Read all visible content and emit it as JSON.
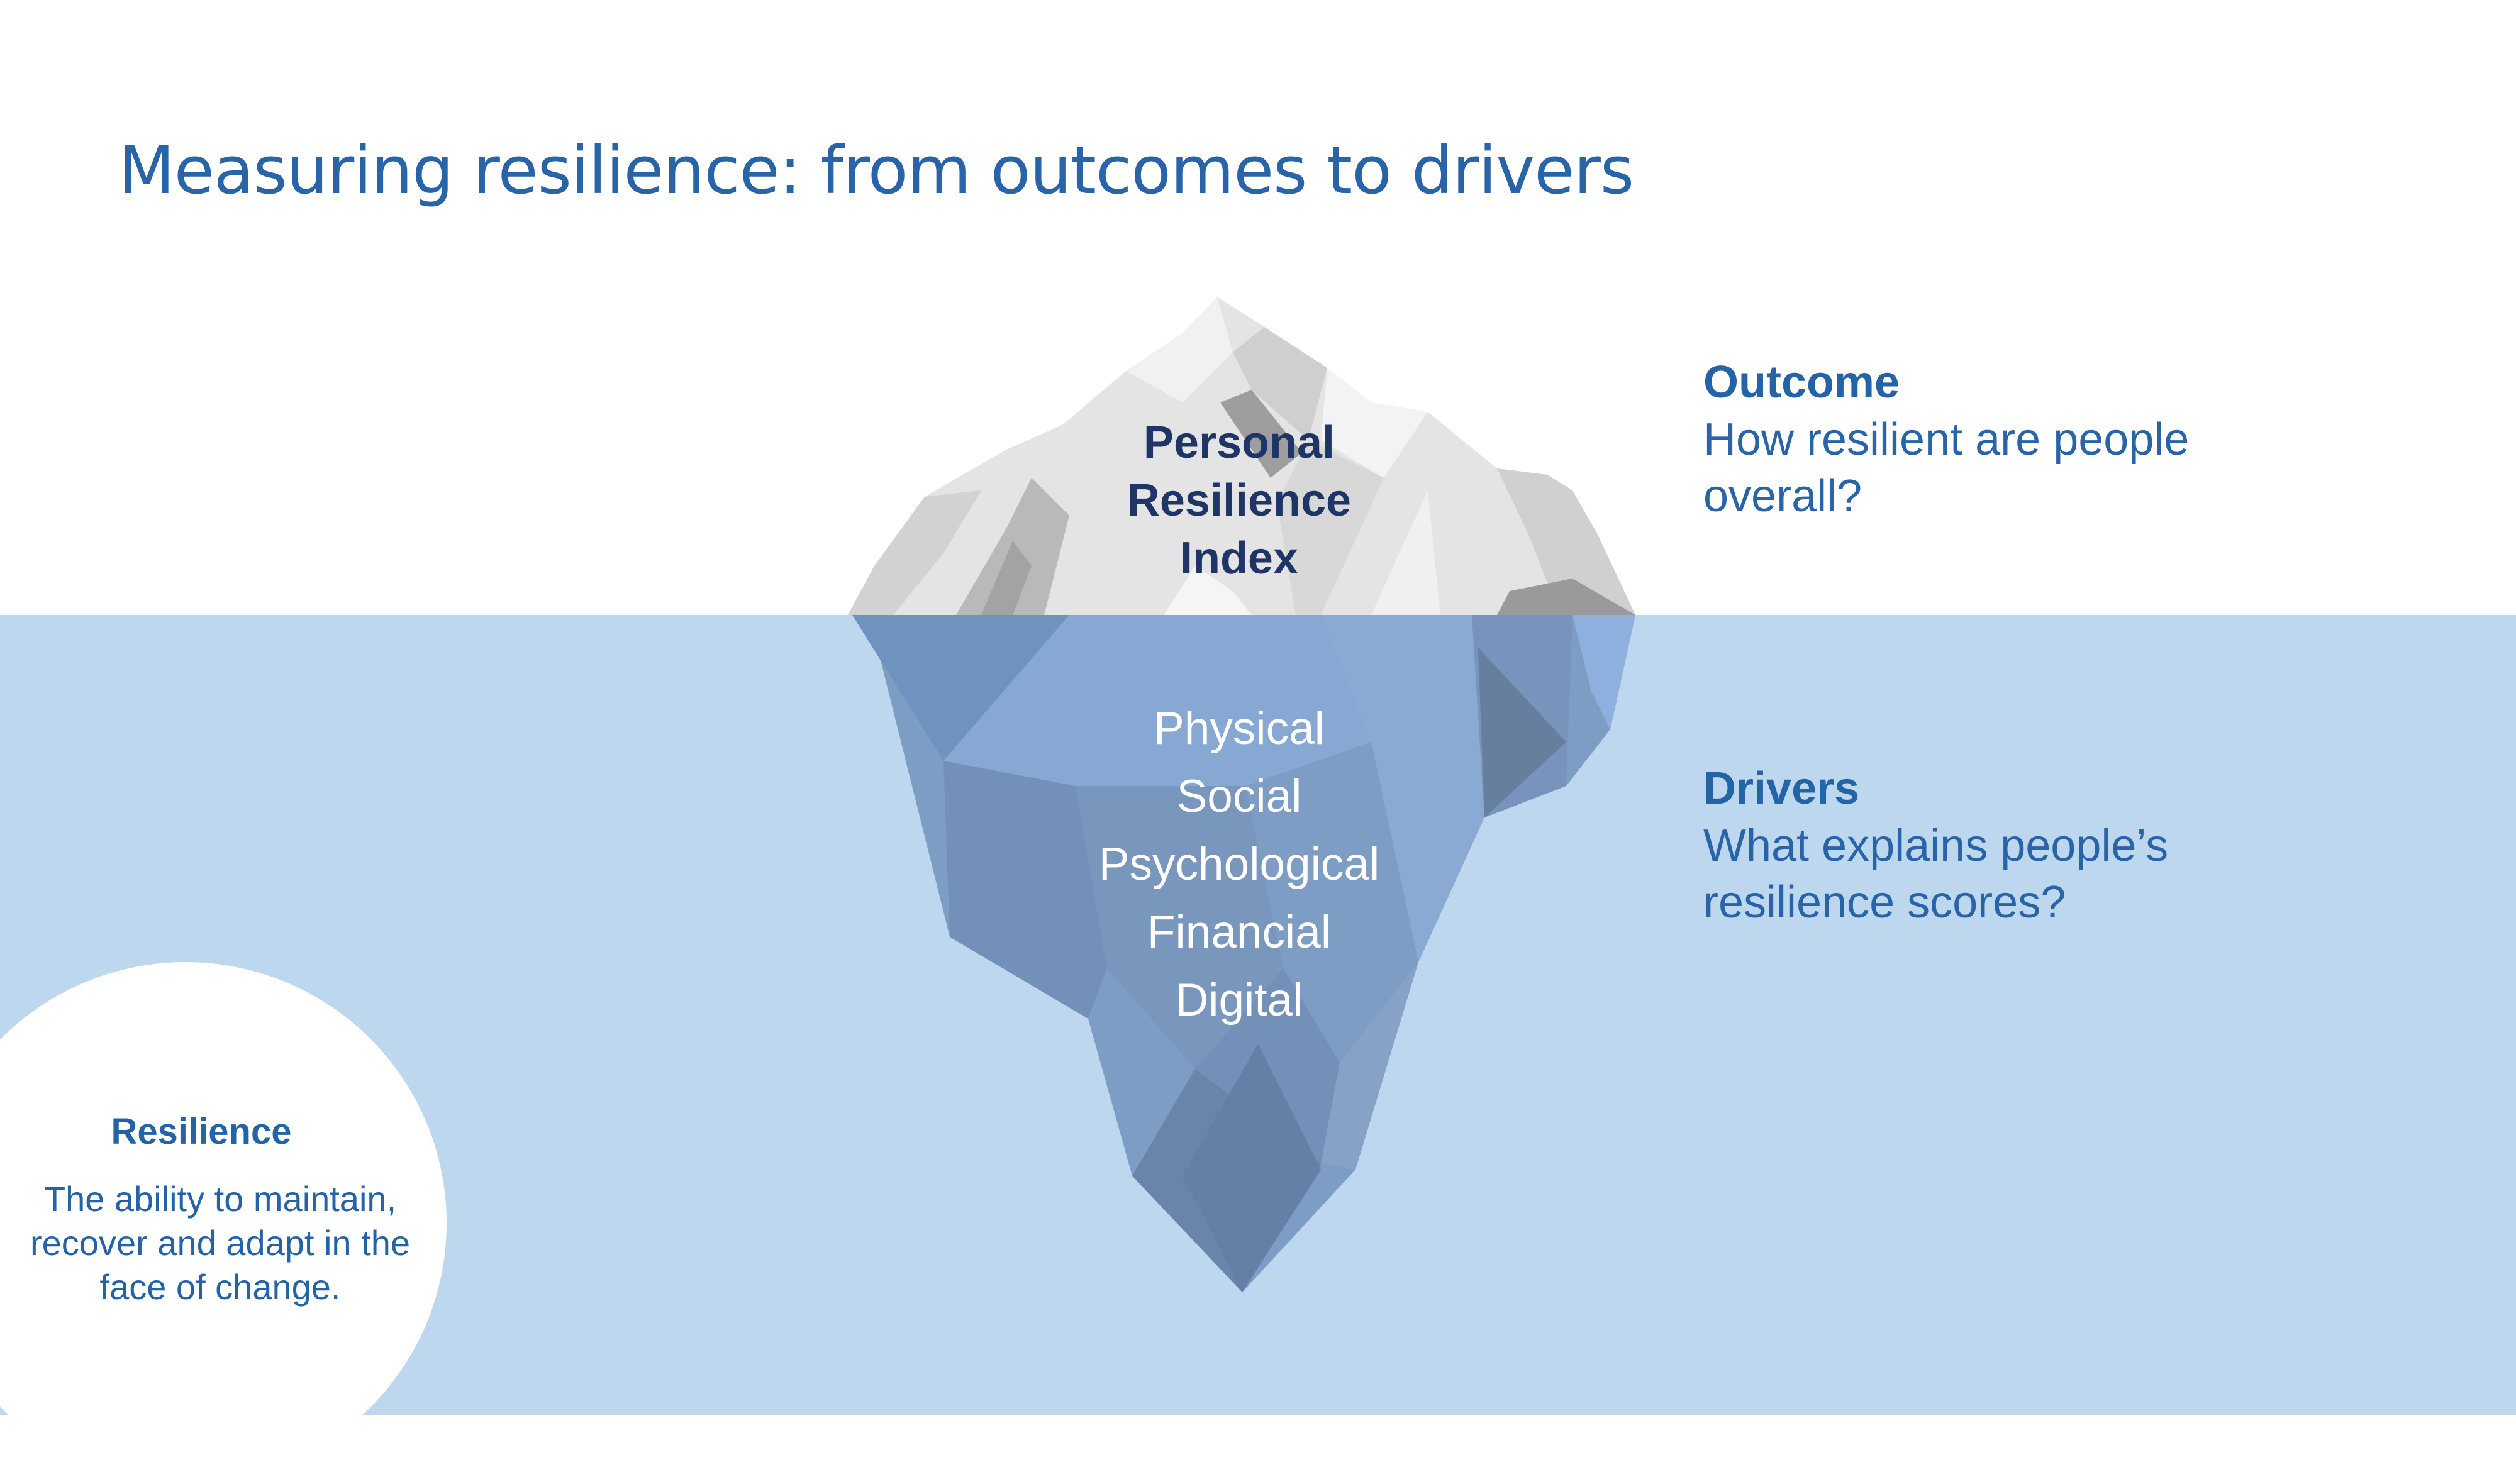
{
  "slide": {
    "title": "Measuring resilience: from outcomes to drivers"
  },
  "iceberg": {
    "tip_label": [
      "Personal",
      "Resilience",
      "Index"
    ],
    "underwater_items": [
      "Physical",
      "Social",
      "Psychological",
      "Financial",
      "Digital"
    ]
  },
  "outcome": {
    "heading": "Outcome",
    "question_line1": "How resilient are people",
    "question_line2": "overall?"
  },
  "drivers": {
    "heading": "Drivers",
    "question_line1": "What explains people’s",
    "question_line2": "resilience scores?"
  },
  "definition": {
    "heading": "Resilience",
    "line1": "The ability to maintain,",
    "line2": "recover and adapt in the",
    "line3": "face of change."
  },
  "colors": {
    "title": "#2a64a8",
    "water": "#bcd7ee",
    "index_label": "#1f3568",
    "accent": "#2363a6"
  }
}
